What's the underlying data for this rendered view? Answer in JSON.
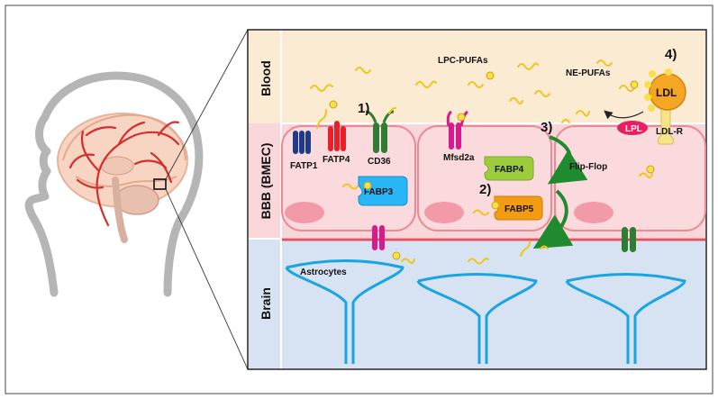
{
  "regions": {
    "blood": "Blood",
    "bbb": "BBB (BMEC)",
    "brain": "Brain"
  },
  "labels": {
    "fatp1": "FATP1",
    "fatp4": "FATP4",
    "cd36": "CD36",
    "mfsd2a": "Mfsd2a",
    "fabp3": "FABP3",
    "fabp4": "FABP4",
    "fabp5": "FABP5",
    "flip_flop": "Flip-Flop",
    "lpl": "LPL",
    "ldl": "LDL",
    "ldl_r": "LDL-R",
    "lpc_pufas": "LPC-PUFAs",
    "ne_pufas": "NE-PUFAs",
    "astrocytes": "Astrocytes"
  },
  "steps": [
    "1)",
    "2)",
    "3)",
    "4)"
  ],
  "colors": {
    "blood_bg": "#fcebd3",
    "bbb_bg": "#f9d6da",
    "brain_bg": "#d7e3f2",
    "fatp1": "#1f3a8c",
    "fatp4": "#e8202a",
    "cd36": "#2e7d32",
    "mfsd2a": "#d81b8c",
    "fabp3": "#29b6f6",
    "fabp4": "#9ccc3c",
    "fabp5": "#f39c12",
    "lpl": "#e91e63",
    "ldl": "#f5a623",
    "astrocyte": "#29b6f6",
    "fatty_acid": "#f0c419"
  }
}
